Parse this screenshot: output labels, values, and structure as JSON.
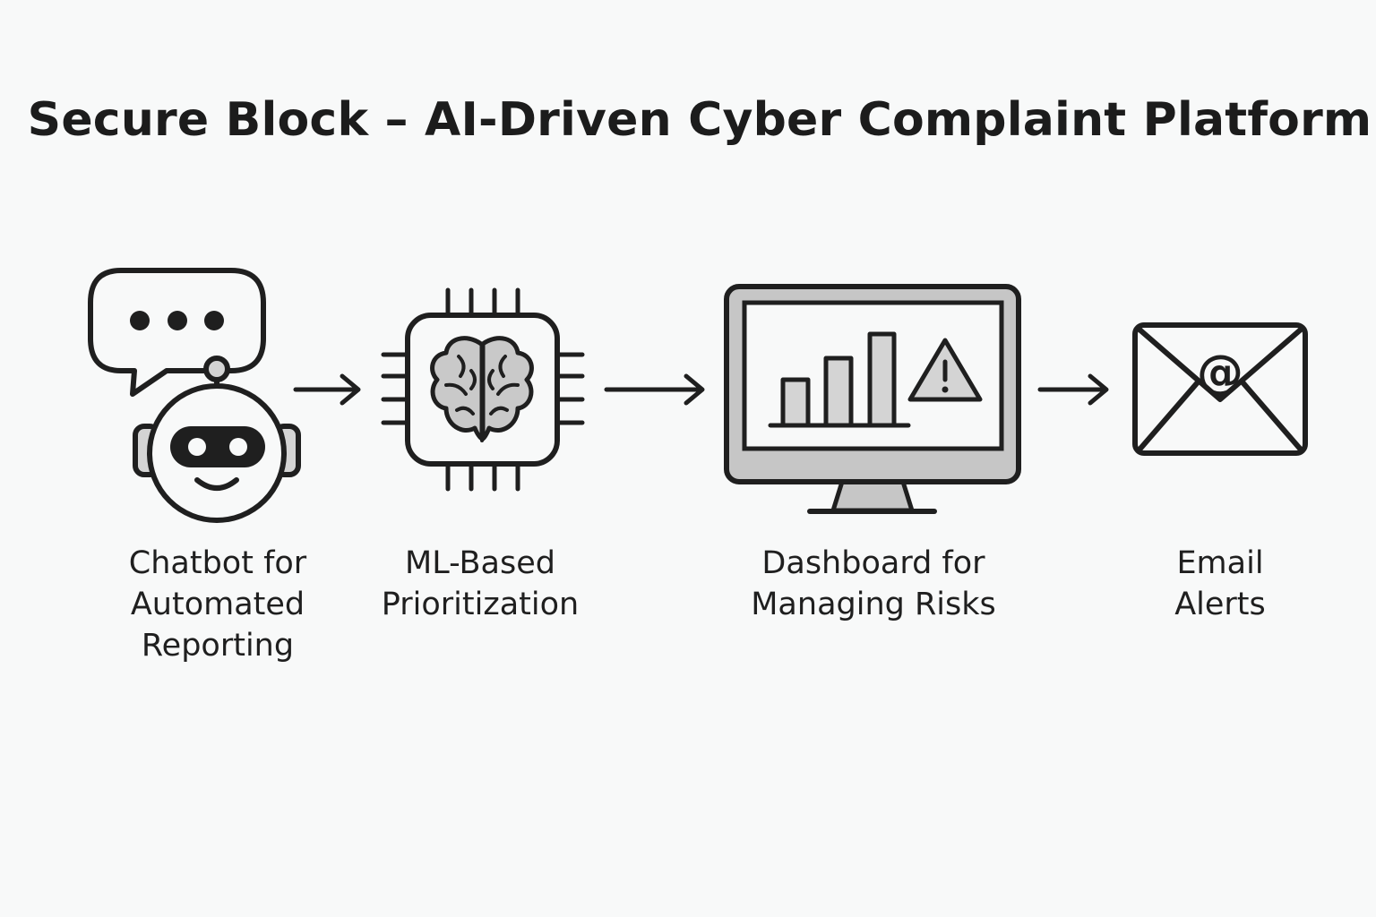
{
  "title": "Secure Block – AI-Driven Cyber Complaint Platform",
  "steps": [
    {
      "icon": "chatbot-icon",
      "label_lines": [
        "Chatbot for",
        "Automated",
        "Reporting"
      ]
    },
    {
      "icon": "brain-chip-icon",
      "label_lines": [
        "ML-Based",
        "Prioritization"
      ]
    },
    {
      "icon": "dashboard-monitor-icon",
      "label_lines": [
        "Dashboard for",
        "Managing Risks"
      ]
    },
    {
      "icon": "email-envelope-icon",
      "label_lines": [
        "Email",
        "Alerts"
      ]
    }
  ],
  "colors": {
    "background": "#f8f9f9",
    "stroke": "#1f1f1f",
    "fill_light": "#d4d4d4",
    "fill_mid": "#bdbdbd"
  }
}
